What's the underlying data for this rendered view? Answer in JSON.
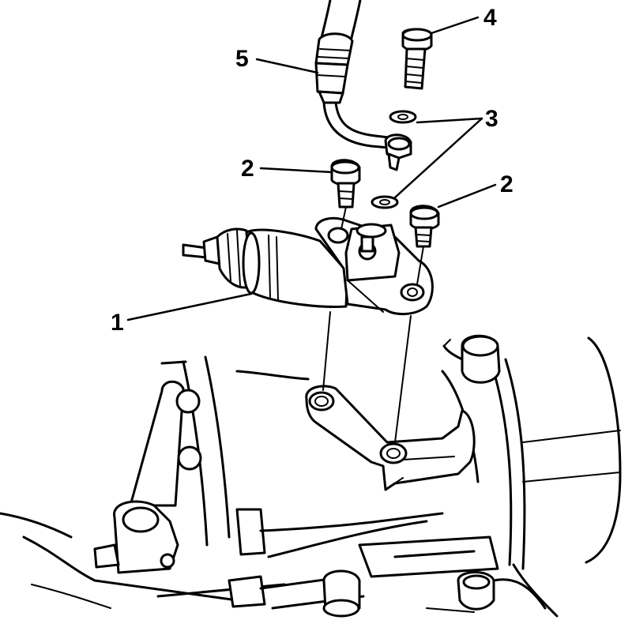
{
  "callouts": [
    {
      "key": "c1",
      "label": "1"
    },
    {
      "key": "c2a",
      "label": "2"
    },
    {
      "key": "c2b",
      "label": "2"
    },
    {
      "key": "c3",
      "label": "3"
    },
    {
      "key": "c4",
      "label": "4"
    },
    {
      "key": "c5",
      "label": "5"
    }
  ]
}
